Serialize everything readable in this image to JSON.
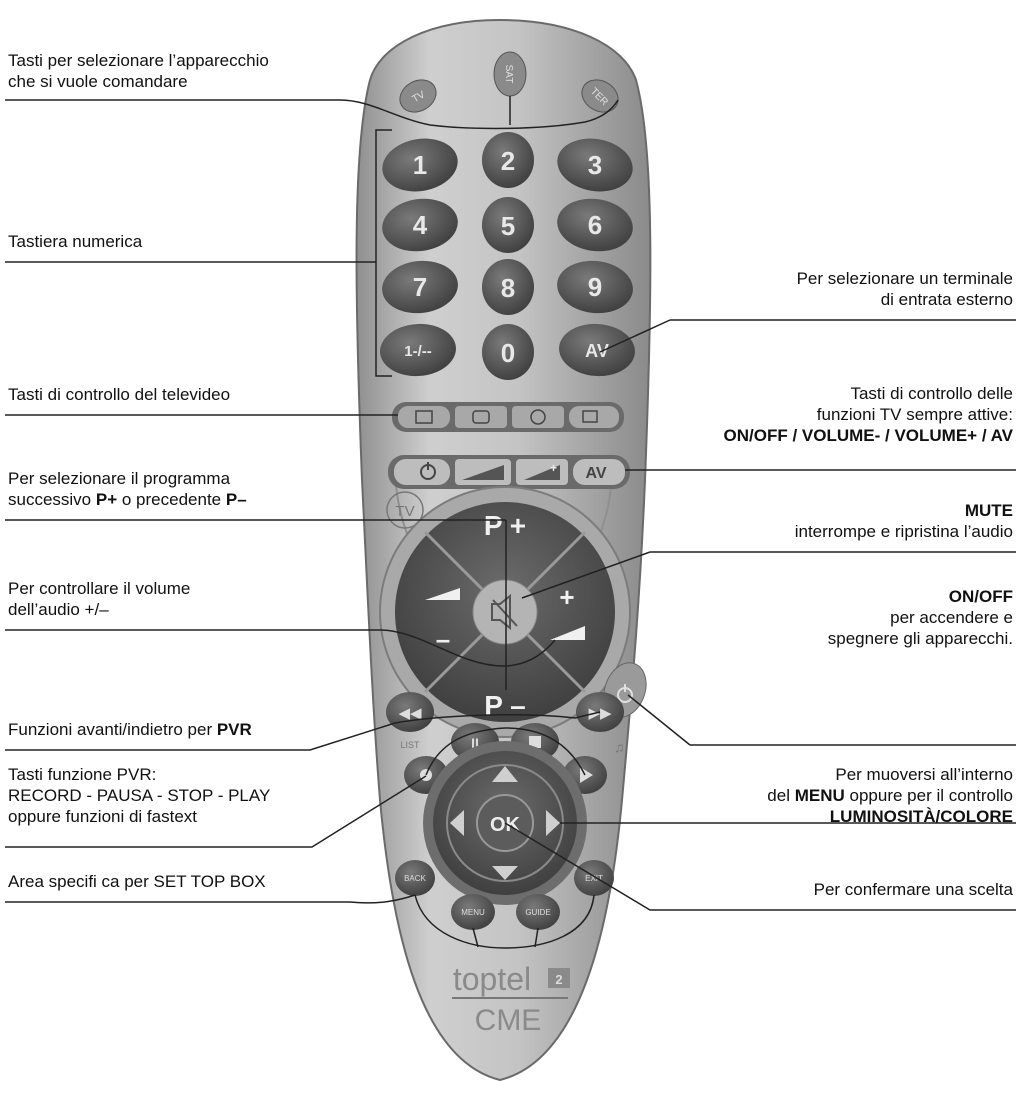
{
  "annotations": {
    "device_select": {
      "line1": "Tasti per selezionare l’apparecchio",
      "line2": "che si vuole comandare"
    },
    "numeric": {
      "line1": "Tastiera numerica"
    },
    "teletext": {
      "line1": "Tasti di controllo del televideo"
    },
    "program": {
      "line1": "Per selezionare il programma",
      "line2_a": "successivo ",
      "line2_b": "P+",
      "line2_c": " o  precedente ",
      "line2_d": "P–"
    },
    "volume": {
      "line1": "Per controllare il volume",
      "line2": "dell’audio +/–"
    },
    "pvr_ff": {
      "line1_a": "Funzioni avanti/indietro per ",
      "line1_b": "PVR"
    },
    "pvr_keys": {
      "line1": "Tasti funzione PVR:",
      "line2": "RECORD - PAUSA - STOP - PLAY",
      "line3": "oppure funzioni di fastext"
    },
    "stb": {
      "line1": "Area specifi ca per SET TOP BOX"
    },
    "external": {
      "line1": "Per selezionare un terminale",
      "line2": "di entrata esterno"
    },
    "tv_always": {
      "line1": "Tasti di controllo delle",
      "line2": "funzioni TV sempre attive:",
      "line3": "ON/OFF / VOLUME- / VOLUME+ / AV"
    },
    "mute": {
      "line1": "MUTE",
      "line2": "interrompe e ripristina l’audio"
    },
    "onoff": {
      "line1": "ON/OFF",
      "line2": "per accendere e",
      "line3": "spegnere gli apparecchi."
    },
    "menu": {
      "line1": "Per muoversi all’interno",
      "line2_a": "del ",
      "line2_b": "MENU",
      "line2_c": " oppure per il controllo",
      "line3": "LUMINOSITÀ/COLORE"
    },
    "confirm": {
      "line1": "Per confermare una scelta"
    }
  },
  "remote": {
    "device_keys": [
      "TV",
      "SAT",
      "TER"
    ],
    "digits": [
      "1",
      "2",
      "3",
      "4",
      "5",
      "6",
      "7",
      "8",
      "9",
      "1-/--",
      "0",
      "AV"
    ],
    "tv_strip_av": "AV",
    "tv_logo": "TV",
    "p_plus": "P +",
    "p_minus": "P –",
    "vol_plus": "+",
    "vol_minus": "–",
    "ok": "OK",
    "back": "BACK",
    "exit": "EXIT",
    "menu": "MENU",
    "guide": "GUIDE",
    "brand": "toptel",
    "brand_sup": "2",
    "maker": "CME",
    "list_label": "LIST"
  },
  "colors": {
    "body": "#b9b9b9",
    "key": "#595959",
    "key_light": "#8a8a8a",
    "line": "#222222"
  }
}
